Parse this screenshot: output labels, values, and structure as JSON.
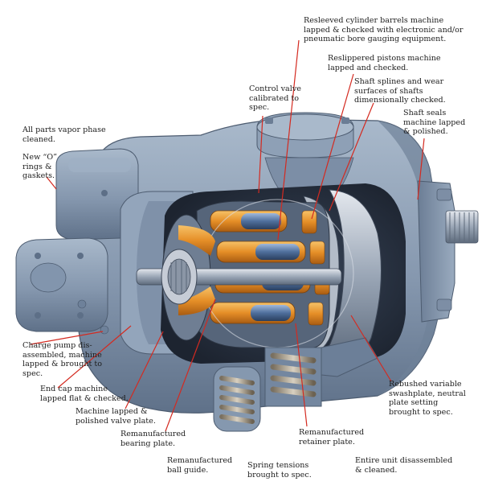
{
  "diagram": {
    "callouts": [
      {
        "id": "resleeved-cylinder-barrels",
        "text": "Resleeved cylinder barrels machine\nlapped & checked with electronic and/or\npneumatic bore gauging equipment."
      },
      {
        "id": "reslippered-pistons",
        "text": "Reslippered pistons machine\nlapped and checked."
      },
      {
        "id": "shaft-splines",
        "text": "Shaft splines and wear\nsurfaces of shafts\ndimensionally checked."
      },
      {
        "id": "control-valve",
        "text": "Control valve\ncalibrated to\nspec."
      },
      {
        "id": "shaft-seals",
        "text": "Shaft seals\nmachine lapped\n& polished."
      },
      {
        "id": "vapor-phase",
        "text": "All parts vapor phase\ncleaned."
      },
      {
        "id": "o-rings",
        "text": "New “O”\nrings &\ngaskets."
      },
      {
        "id": "charge-pump",
        "text": "Charge pump dis-\nassembled, machine\nlapped & brought to\nspec."
      },
      {
        "id": "end-cap",
        "text": "End cap machine\nlapped flat & checked."
      },
      {
        "id": "valve-plate",
        "text": "Machine lapped &\npolished valve plate."
      },
      {
        "id": "bearing-plate",
        "text": "Remanufactured\nbearing plate."
      },
      {
        "id": "swashplate",
        "text": "Rebushed variable\nswashplate, neutral\nplate setting\nbrought to spec."
      },
      {
        "id": "retainer-plate",
        "text": "Remanufactured\nretainer plate."
      },
      {
        "id": "ball-guide",
        "text": "Remanufactured\nball guide."
      },
      {
        "id": "spring-tensions",
        "text": "Spring tensions\nbrought to spec."
      },
      {
        "id": "entire-unit",
        "text": "Entire unit disassembled\n& cleaned."
      }
    ],
    "colors": {
      "leader": "#d42a20",
      "housing": "#8a9db4",
      "housing_dark": "#5a6d86",
      "piston_orange": "#e8962e",
      "piston_blue": "#4f6f9c"
    }
  }
}
